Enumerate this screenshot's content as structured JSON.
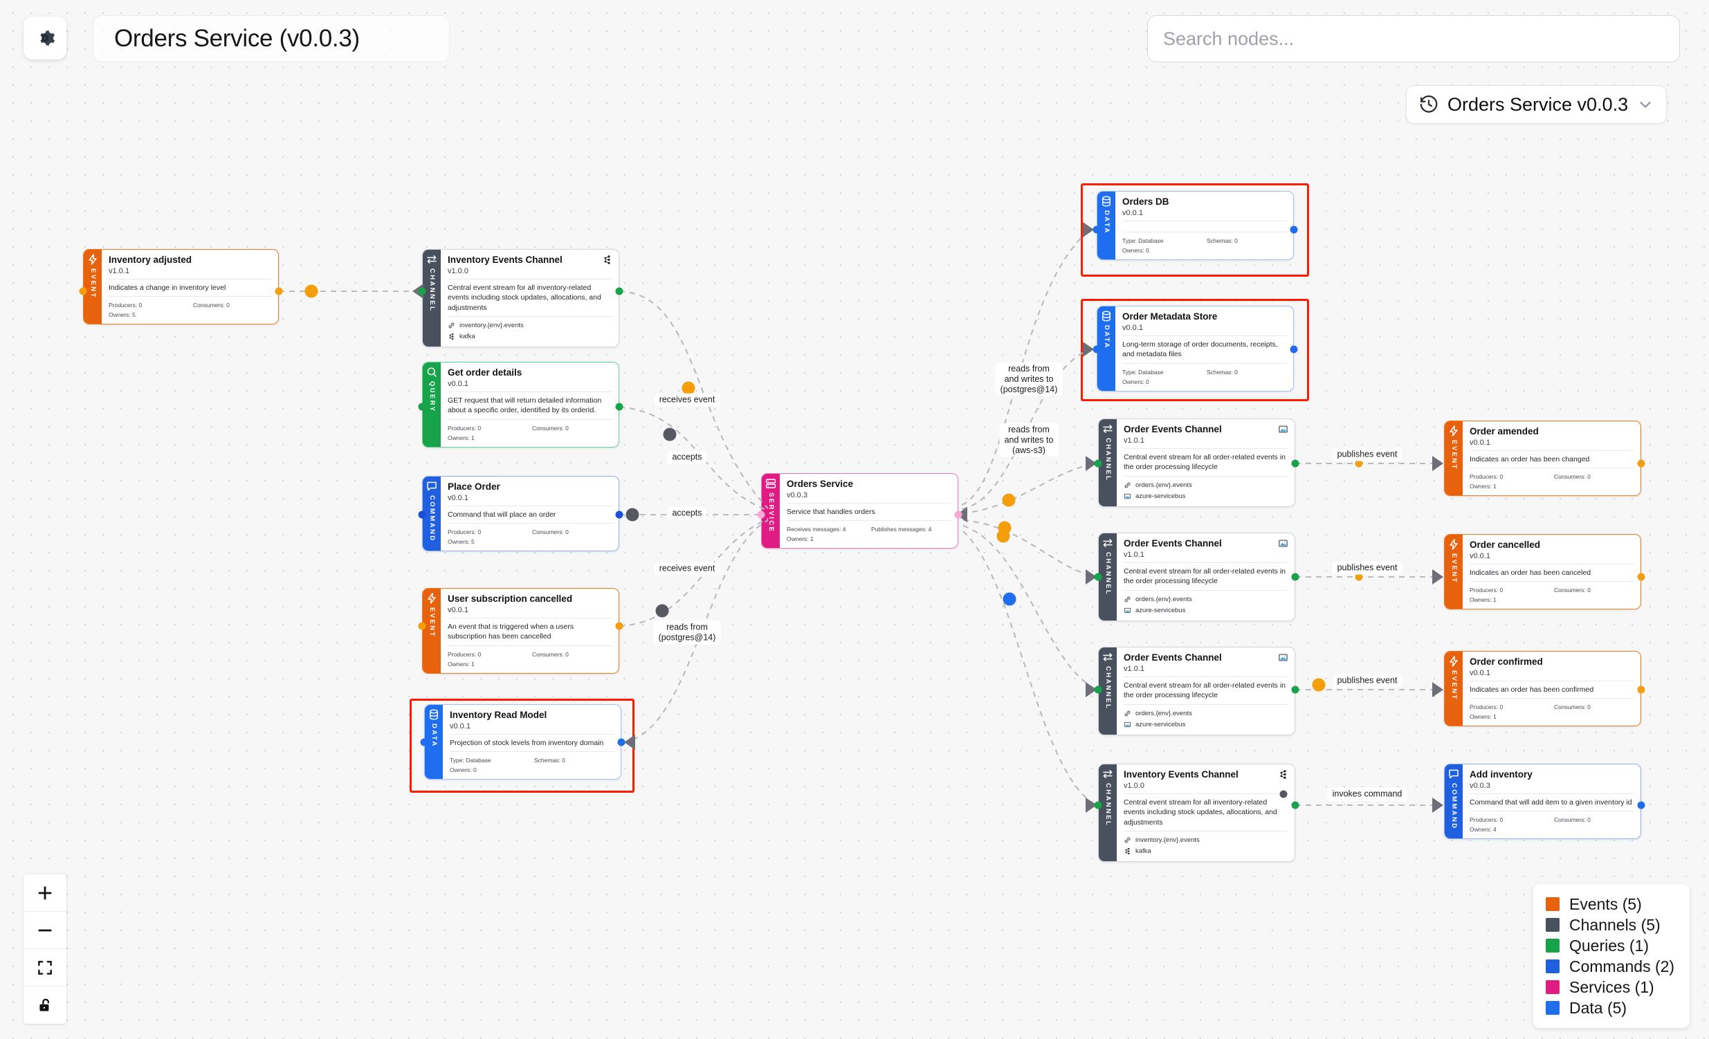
{
  "header": {
    "gear_icon": "gear-icon",
    "title": "Orders Service (v0.0.3)",
    "search_placeholder": "Search nodes...",
    "search_value": "",
    "version_icon": "history-icon",
    "version_label": "Orders Service v0.0.3",
    "version_chevron": "chevron-down-icon"
  },
  "controls": [
    {
      "name": "zoom-in-button",
      "icon": "plus-icon"
    },
    {
      "name": "zoom-out-button",
      "icon": "minus-icon"
    },
    {
      "name": "fit-view-button",
      "icon": "fit-screen-icon"
    },
    {
      "name": "lock-button",
      "icon": "unlock-icon"
    }
  ],
  "legend": {
    "items": [
      {
        "label": "Events (5)",
        "color": "#e8620d"
      },
      {
        "label": "Channels (5)",
        "color": "#49505e"
      },
      {
        "label": "Queries (1)",
        "color": "#16a34a"
      },
      {
        "label": "Commands (2)",
        "color": "#1f5fe0"
      },
      {
        "label": "Services (1)",
        "color": "#e01b84"
      },
      {
        "label": "Data (5)",
        "color": "#1f6ef0"
      }
    ]
  },
  "nodes": [
    {
      "id": "inventory-adjusted",
      "type": "event",
      "stripe_label": "EVENT",
      "stripe_icon": "bolt-icon",
      "title": "Inventory adjusted",
      "version": "v1.0.1",
      "description": "Indicates a change in inventory level",
      "meta": {
        "producers": "Producers: 0",
        "consumers": "Consumers: 0",
        "owners": "Owners: 5"
      }
    },
    {
      "id": "inventory-events-channel-left",
      "type": "channel",
      "stripe_label": "CHANNEL",
      "stripe_icon": "exchange-icon",
      "title": "Inventory Events Channel",
      "version": "v1.0.0",
      "badge_icon": "kafka-icon",
      "description": "Central event stream for all inventory-related events including stock updates, allocations, and adjustments",
      "chips": [
        {
          "icon": "link-icon",
          "label": "inventory.{env}.events"
        },
        {
          "icon": "kafka-icon",
          "label": "kafka"
        }
      ]
    },
    {
      "id": "get-order-details",
      "type": "query",
      "stripe_label": "QUERY",
      "stripe_icon": "magnifier-icon",
      "title": "Get order details",
      "version": "v0.0.1",
      "description": "GET request that will return detailed information about a specific order, identified by its orderId.",
      "meta": {
        "producers": "Producers: 0",
        "consumers": "Consumers: 0",
        "owners": "Owners: 1"
      }
    },
    {
      "id": "place-order",
      "type": "command",
      "stripe_label": "COMMAND",
      "stripe_icon": "message-icon",
      "title": "Place Order",
      "version": "v0.0.1",
      "description": "Command that will place an order",
      "meta": {
        "producers": "Producers: 0",
        "consumers": "Consumers: 0",
        "owners": "Owners: 5"
      }
    },
    {
      "id": "user-subscription-cancelled",
      "type": "event",
      "stripe_label": "EVENT",
      "stripe_icon": "bolt-icon",
      "title": "User subscription cancelled",
      "version": "v0.0.1",
      "description": "An event that is triggered when a users subscription has been cancelled",
      "meta": {
        "producers": "Producers: 0",
        "consumers": "Consumers: 0",
        "owners": "Owners: 1"
      }
    },
    {
      "id": "inventory-read-model",
      "type": "data",
      "stripe_label": "DATA",
      "stripe_icon": "database-icon",
      "title": "Inventory Read Model",
      "version": "v0.0.1",
      "description": "Projection of stock levels from inventory domain",
      "selected": true,
      "meta": {
        "producers": "Type: Database",
        "consumers": "Schemas: 0",
        "owners": "Owners: 0"
      }
    },
    {
      "id": "orders-service",
      "type": "service",
      "stripe_label": "SERVICE",
      "stripe_icon": "server-icon",
      "title": "Orders Service",
      "version": "v0.0.3",
      "description": "Service that handles orders",
      "meta": {
        "producers": "Receives messages: 4",
        "consumers": "Publishes messages: 4",
        "owners": "Owners: 1"
      }
    },
    {
      "id": "orders-db",
      "type": "data",
      "stripe_label": "DATA",
      "stripe_icon": "database-icon",
      "title": "Orders DB",
      "version": "v0.0.1",
      "description": "",
      "selected": true,
      "meta": {
        "producers": "Type: Database",
        "consumers": "Schemas: 0",
        "owners": "Owners: 0"
      }
    },
    {
      "id": "order-metadata-store",
      "type": "data",
      "stripe_label": "DATA",
      "stripe_icon": "database-icon",
      "title": "Order Metadata Store",
      "version": "v0.0.1",
      "description": "Long-term storage of order documents, receipts, and metadata files",
      "selected": true,
      "meta": {
        "producers": "Type: Database",
        "consumers": "Schemas: 0",
        "owners": "Owners: 0"
      }
    },
    {
      "id": "order-events-channel-1",
      "type": "channel",
      "stripe_label": "CHANNEL",
      "stripe_icon": "exchange-icon",
      "title": "Order Events Channel",
      "version": "v1.0.1",
      "badge_icon": "azure-servicebus-icon",
      "description": "Central event stream for all order-related events in the order processing lifecycle",
      "chips": [
        {
          "icon": "link-icon",
          "label": "orders.{env}.events"
        },
        {
          "icon": "azure-servicebus-icon",
          "label": "azure-servicebus"
        }
      ]
    },
    {
      "id": "order-events-channel-2",
      "type": "channel",
      "stripe_label": "CHANNEL",
      "stripe_icon": "exchange-icon",
      "title": "Order Events Channel",
      "version": "v1.0.1",
      "badge_icon": "azure-servicebus-icon",
      "description": "Central event stream for all order-related events in the order processing lifecycle",
      "chips": [
        {
          "icon": "link-icon",
          "label": "orders.{env}.events"
        },
        {
          "icon": "azure-servicebus-icon",
          "label": "azure-servicebus"
        }
      ]
    },
    {
      "id": "order-events-channel-3",
      "type": "channel",
      "stripe_label": "CHANNEL",
      "stripe_icon": "exchange-icon",
      "title": "Order Events Channel",
      "version": "v1.0.1",
      "badge_icon": "azure-servicebus-icon",
      "description": "Central event stream for all order-related events in the order processing lifecycle",
      "chips": [
        {
          "icon": "link-icon",
          "label": "orders.{env}.events"
        },
        {
          "icon": "azure-servicebus-icon",
          "label": "azure-servicebus"
        }
      ]
    },
    {
      "id": "inventory-events-channel-right",
      "type": "channel",
      "stripe_label": "CHANNEL",
      "stripe_icon": "exchange-icon",
      "title": "Inventory Events Channel",
      "version": "v1.0.0",
      "badge_icon": "kafka-icon",
      "description": "Central event stream for all inventory-related events including stock updates, allocations, and adjustments",
      "chips": [
        {
          "icon": "link-icon",
          "label": "inventory.{env}.events"
        },
        {
          "icon": "kafka-icon",
          "label": "kafka"
        }
      ]
    },
    {
      "id": "order-amended",
      "type": "event",
      "stripe_label": "EVENT",
      "stripe_icon": "bolt-icon",
      "title": "Order amended",
      "version": "v0.0.1",
      "description": "Indicates an order has been changed",
      "meta": {
        "producers": "Producers: 0",
        "consumers": "Consumers: 0",
        "owners": "Owners: 1"
      }
    },
    {
      "id": "order-cancelled",
      "type": "event",
      "stripe_label": "EVENT",
      "stripe_icon": "bolt-icon",
      "title": "Order cancelled",
      "version": "v0.0.1",
      "description": "Indicates an order has been canceled",
      "meta": {
        "producers": "Producers: 0",
        "consumers": "Consumers: 0",
        "owners": "Owners: 1"
      }
    },
    {
      "id": "order-confirmed",
      "type": "event",
      "stripe_label": "EVENT",
      "stripe_icon": "bolt-icon",
      "title": "Order confirmed",
      "version": "v0.0.1",
      "description": "Indicates an order has been confirmed",
      "meta": {
        "producers": "Producers: 0",
        "consumers": "Consumers: 0",
        "owners": "Owners: 1"
      }
    },
    {
      "id": "add-inventory",
      "type": "command",
      "stripe_label": "COMMAND",
      "stripe_icon": "message-icon",
      "title": "Add inventory",
      "version": "v0.0.3",
      "description": "Command that will add item to a given inventory id",
      "meta": {
        "producers": "Producers: 0",
        "consumers": "Consumers: 0",
        "owners": "Owners: 4"
      }
    }
  ],
  "edge_labels": [
    {
      "id": "receives-event-top",
      "line1": "receives event",
      "line2": "",
      "italic": false
    },
    {
      "id": "accepts-upper",
      "line1": "accepts",
      "line2": "",
      "italic": false
    },
    {
      "id": "accepts-mid",
      "line1": "accepts",
      "line2": "",
      "italic": false
    },
    {
      "id": "receives-event-lower",
      "line1": "receives event",
      "line2": "",
      "italic": false
    },
    {
      "id": "reads-from-postgres",
      "line1": "reads from",
      "line2": "(postgres@14)",
      "italic": true
    },
    {
      "id": "reads-writes-postgres",
      "line1": "reads from",
      "line2": "and writes to",
      "line3": "(postgres@14)",
      "italic": true
    },
    {
      "id": "reads-writes-s3",
      "line1": "reads from",
      "line2": "and writes to",
      "line3": "(aws-s3)",
      "italic": true
    },
    {
      "id": "publishes-event-1",
      "line1": "publishes event",
      "line2": "",
      "italic": false
    },
    {
      "id": "publishes-event-2",
      "line1": "publishes event",
      "line2": "",
      "italic": false
    },
    {
      "id": "publishes-event-3",
      "line1": "publishes event",
      "line2": "",
      "italic": false
    },
    {
      "id": "invokes-command",
      "line1": "invokes command",
      "line2": "",
      "italic": false
    }
  ]
}
